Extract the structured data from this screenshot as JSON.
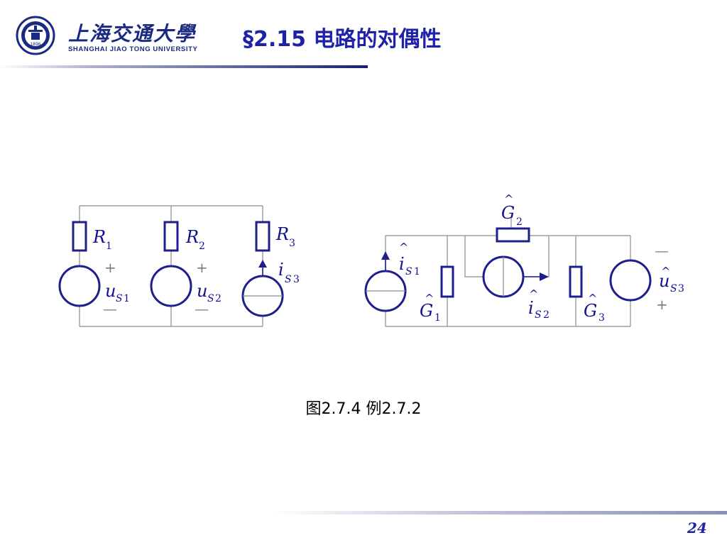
{
  "header": {
    "university_cn": "上海交通大學",
    "university_en": "SHANGHAI  JIAO TONG  UNIVERSITY",
    "logo_year": "1896",
    "title": "§2.15  电路的对偶性"
  },
  "figure": {
    "caption": "图2.7.4  例2.7.2",
    "left_circuit": {
      "R1": {
        "sym": "R",
        "sub": "1"
      },
      "R2": {
        "sym": "R",
        "sub": "2"
      },
      "R3": {
        "sym": "R",
        "sub": "3"
      },
      "uS1": {
        "sym": "u",
        "sub_italic": "S",
        "sub": "1",
        "top_sign": "+",
        "bottom_sign": "—"
      },
      "uS2": {
        "sym": "u",
        "sub_italic": "S",
        "sub": "2",
        "top_sign": "+",
        "bottom_sign": "—"
      },
      "iS3": {
        "sym": "i",
        "sub_italic": "S",
        "sub": "3"
      }
    },
    "right_circuit": {
      "hat": "^",
      "G2": {
        "sym": "G",
        "sub": "2"
      },
      "G1": {
        "sym": "G",
        "sub": "1"
      },
      "G3": {
        "sym": "G",
        "sub": "3"
      },
      "iS1": {
        "sym": "i",
        "sub_italic": "S",
        "sub": "1"
      },
      "iS2": {
        "sym": "i",
        "sub_italic": "S",
        "sub": "2"
      },
      "uS3": {
        "sym": "u",
        "sub_italic": "S",
        "sub": "3",
        "top_sign": "—",
        "bottom_sign": "+"
      }
    }
  },
  "footer": {
    "page_number": "24"
  },
  "colors": {
    "title": "#1e22a8",
    "circuit_element": "#1e1e8c",
    "wire": "#8a8a8a",
    "accent_rule": "#18206e"
  }
}
